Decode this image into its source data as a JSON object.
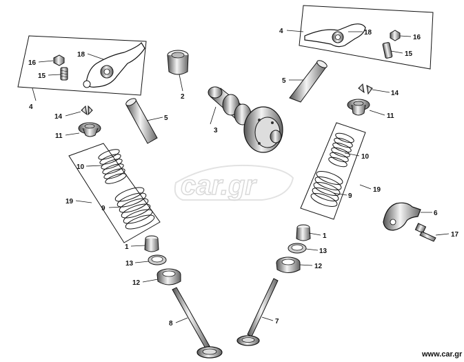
{
  "callouts": {
    "c1_left": "1",
    "c1_right": "1",
    "c2": "2",
    "c3": "3",
    "c4_left": "4",
    "c4_right": "4",
    "c5_left": "5",
    "c5_right": "5",
    "c6": "6",
    "c7": "7",
    "c8": "8",
    "c9_left": "9",
    "c9_right": "9",
    "c10_left": "10",
    "c10_right": "10",
    "c11_left": "11",
    "c11_right": "11",
    "c12_left": "12",
    "c12_right": "12",
    "c13_left": "13",
    "c13_right": "13",
    "c14_left": "14",
    "c14_right": "14",
    "c15_left": "15",
    "c15_right": "15",
    "c16_left": "16",
    "c16_right": "16",
    "c17": "17",
    "c18_left": "18",
    "c18_right": "18",
    "c19_left": "19",
    "c19_right": "19"
  },
  "watermark": {
    "center": "car.gr",
    "corner": "www.car.gr"
  },
  "colors": {
    "line": "#111111",
    "fill": "#ffffff",
    "shade": "#9a9a9a",
    "watermark": "#d9d9d9"
  }
}
